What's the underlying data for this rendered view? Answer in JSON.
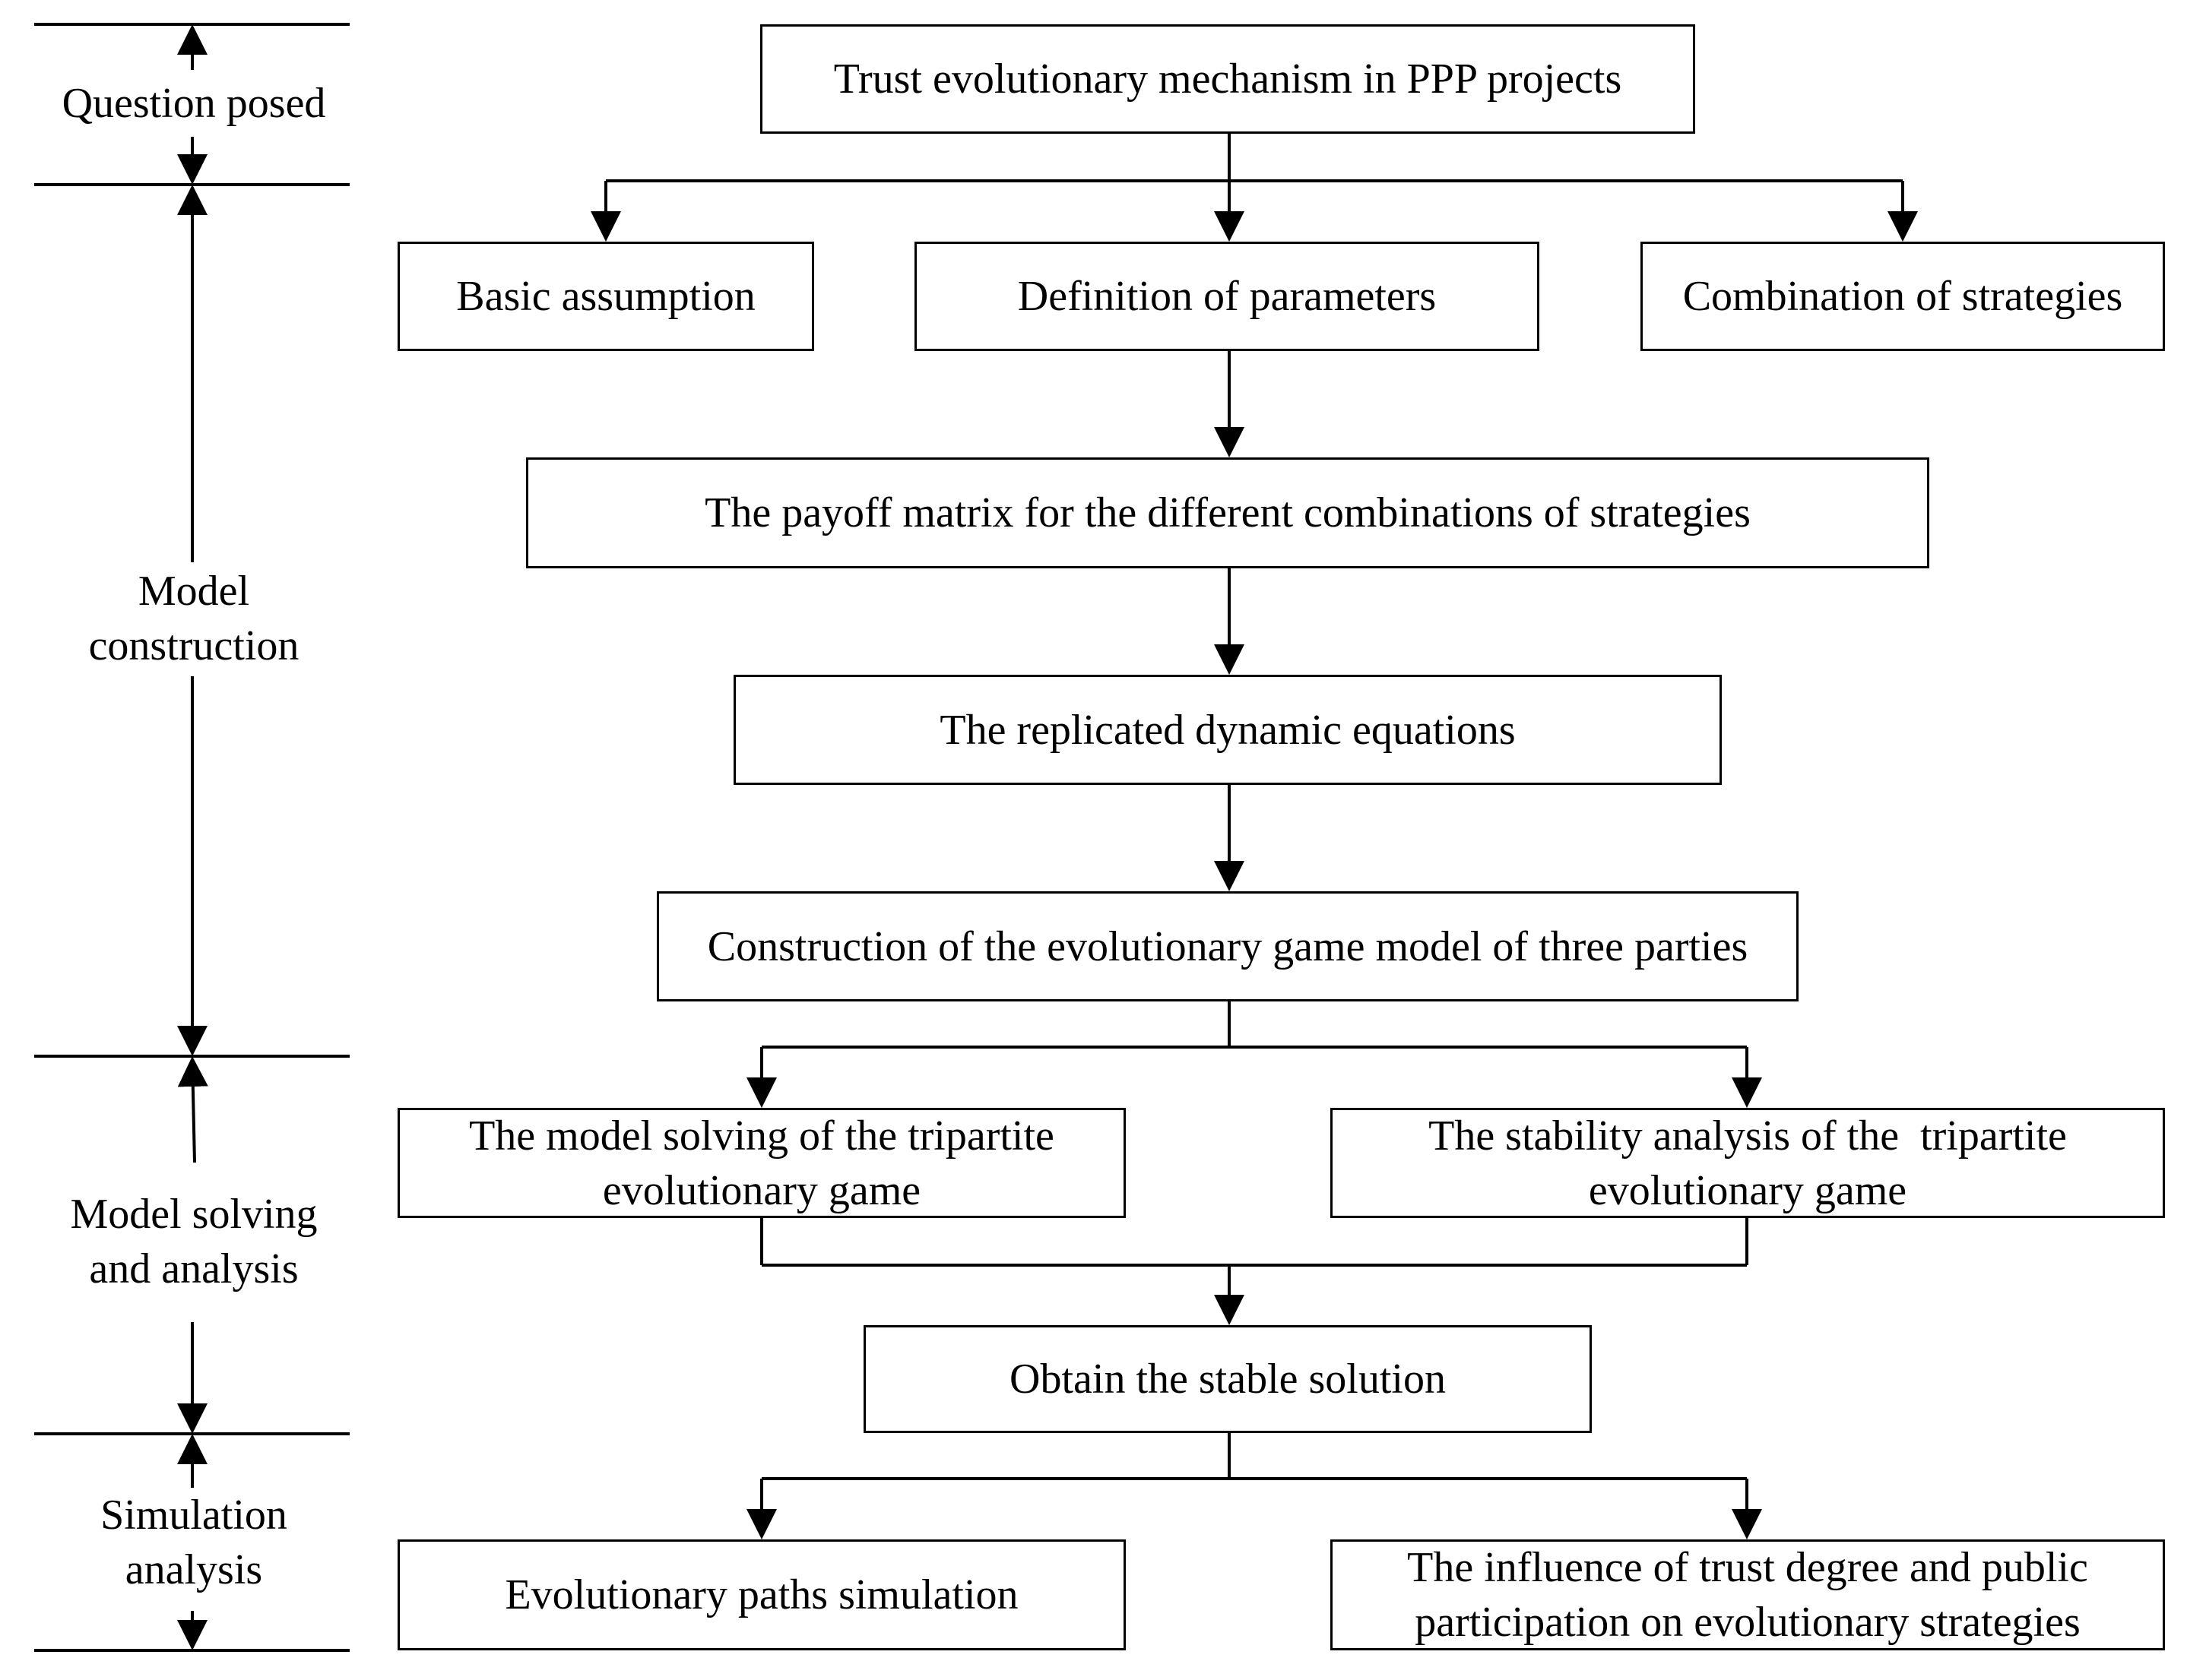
{
  "stages": {
    "question": [
      "Question posed"
    ],
    "model_construction": [
      "Model",
      "construction"
    ],
    "model_solving": [
      "Model solving",
      "and analysis"
    ],
    "simulation": [
      "Simulation",
      "analysis"
    ]
  },
  "boxes": {
    "trust_mechanism": [
      "Trust evolutionary mechanism in PPP projects"
    ],
    "basic_assumption": [
      "Basic assumption"
    ],
    "definition_parameters": [
      "Definition of parameters"
    ],
    "combination_strategies": [
      "Combination of strategies"
    ],
    "payoff_matrix": [
      "The payoff matrix for the different combinations of strategies"
    ],
    "replicated_equations": [
      "The replicated dynamic equations"
    ],
    "construction_model": [
      "Construction of the evolutionary game model of three parties"
    ],
    "model_solving": [
      "The model solving of the tripartite",
      "evolutionary game"
    ],
    "stability_analysis": [
      "The stability analysis of the  tripartite",
      "evolutionary game"
    ],
    "stable_solution": [
      "Obtain the stable solution"
    ],
    "paths_simulation": [
      "Evolutionary paths simulation"
    ],
    "influence_trust": [
      "The influence of trust degree and public",
      "participation on evolutionary strategies"
    ]
  }
}
